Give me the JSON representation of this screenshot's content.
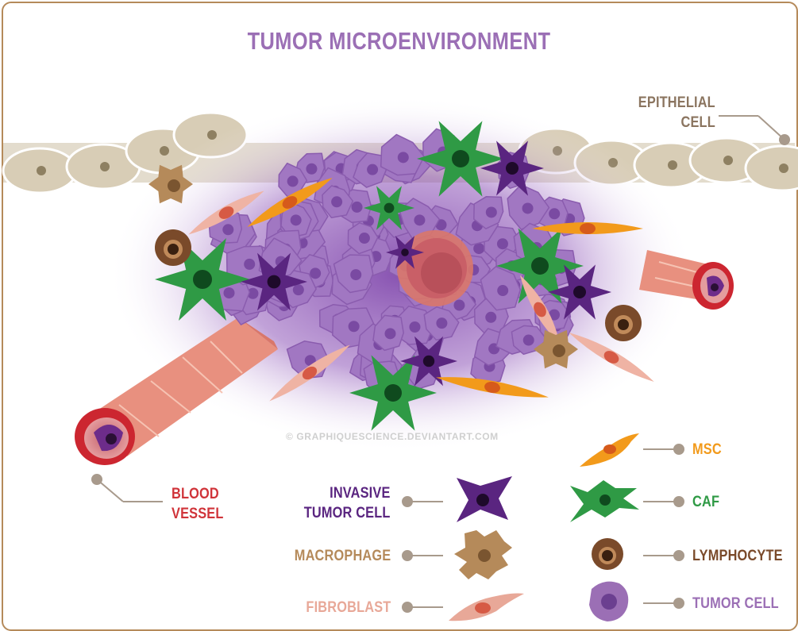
{
  "title": "TUMOR MICROENVIRONMENT",
  "watermark": "© GRAPHIQUESCIENCE.DEVIANTART.COM",
  "labels": {
    "epithelial": [
      "EPITHELIAL",
      "CELL"
    ],
    "blood_vessel": [
      "BLOOD",
      "VESSEL"
    ],
    "invasive": [
      "INVASIVE",
      "TUMOR CELL"
    ],
    "macrophage": "MACROPHAGE",
    "fibroblast": "FIBROBLAST",
    "msc": "MSC",
    "caf": "CAF",
    "lymphocyte": "LYMPHOCYTE",
    "tumor_cell": "TUMOR CELL"
  },
  "colors": {
    "title": "#9b6fb5",
    "epithelial": "#8b7560",
    "blood_vessel": "#d0343a",
    "invasive": "#5a2580",
    "macrophage": "#b58a5a",
    "fibroblast": "#e8a898",
    "msc": "#f29a1b",
    "caf": "#2f9a45",
    "lymphocyte": "#7a4a2a",
    "tumor_cell": "#9b6fb5",
    "connector": "#a89a8c",
    "watermark": "#cfcfcf"
  }
}
